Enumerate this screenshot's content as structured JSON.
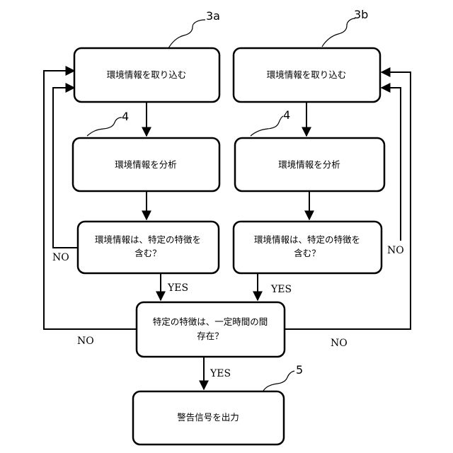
{
  "boxes": {
    "capture_a": "環境情報を取り込む",
    "capture_b": "環境情報を取り込む",
    "analyze_a": "環境情報を分析",
    "analyze_b": "環境情報を分析",
    "decide_a_line1": "環境情報は、特定の特徴を",
    "decide_a_line2": "含む？",
    "decide_b_line1": "環境情報は、特定の特徴を",
    "decide_b_line2": "含む？",
    "persist_line1": "特定の特徴は、一定時間の間",
    "persist_line2": "存在？",
    "output": "警告信号を出力"
  },
  "flow_labels": {
    "no_a": "NO",
    "no_b": "NO",
    "yes_a": "YES",
    "yes_b": "YES",
    "no_persist_left": "NO",
    "no_persist_right": "NO",
    "yes_persist": "YES"
  },
  "reference_numerals": {
    "ref_3a": "3a",
    "ref_3b": "3b",
    "ref_4a": "4",
    "ref_4b": "4",
    "ref_5": "5"
  }
}
